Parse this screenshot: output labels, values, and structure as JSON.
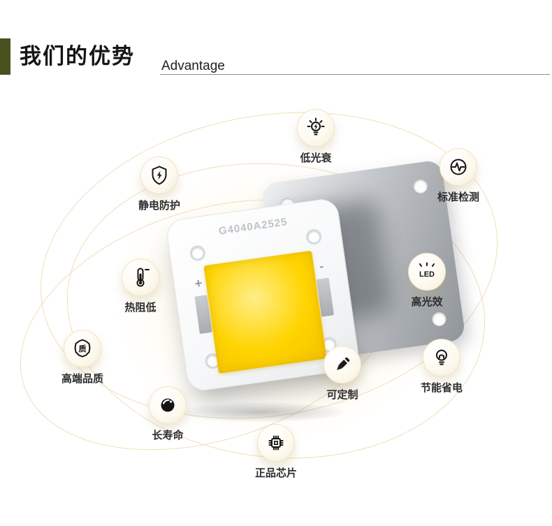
{
  "header": {
    "title": "我们的优势",
    "subtitle": "Advantage"
  },
  "colors": {
    "accent": "#47521e",
    "emitter": "#ffd400"
  },
  "product": {
    "model": "G4040A2525",
    "plus": "+",
    "minus": "-"
  },
  "features": [
    {
      "label": "低光衰"
    },
    {
      "label": "静电防护"
    },
    {
      "label": "标准检测"
    },
    {
      "label": "热阻低"
    },
    {
      "label": "高光效",
      "icon_text": "LED"
    },
    {
      "label": "高端品质",
      "icon_text": "质"
    },
    {
      "label": "可定制"
    },
    {
      "label": "节能省电"
    },
    {
      "label": "长寿命"
    },
    {
      "label": "正品芯片"
    }
  ]
}
